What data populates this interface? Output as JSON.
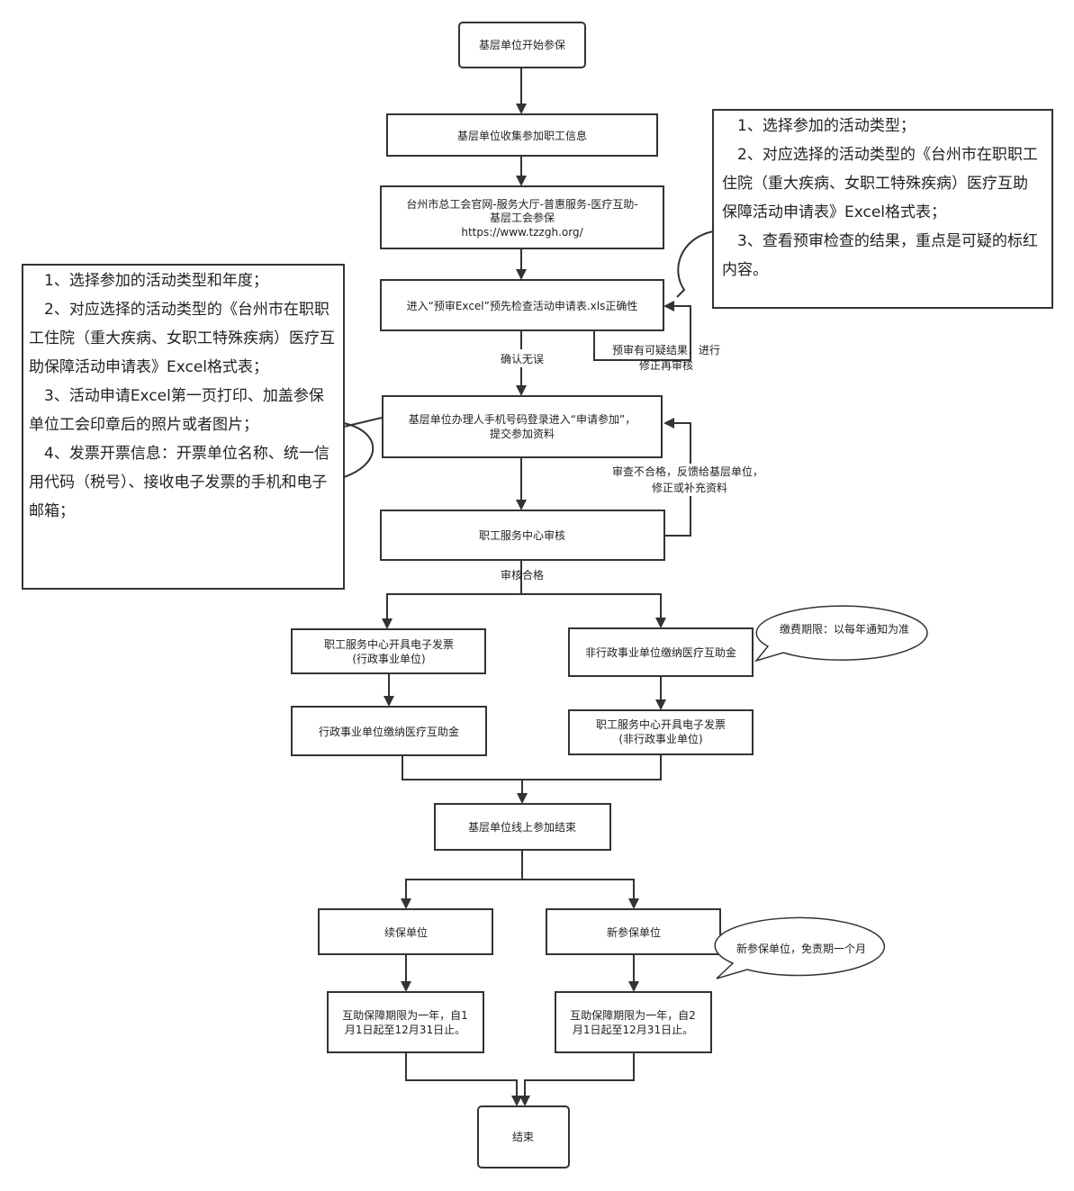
{
  "nodes": {
    "start": "基层单位开始参保",
    "collect": "基层单位收集参加职工信息",
    "website": [
      "台州市总工会官网-服务大厅-普惠服务-医疗互助-",
      "基层工会参保",
      "https://www.tzzgh.org/"
    ],
    "precheck": "进入“预审Excel”预先检查活动申请表.xls正确性",
    "apply": [
      "基层单位办理人手机号码登录进入“申请参加”，",
      "提交参加资料"
    ],
    "review": "职工服务中心审核",
    "invoice_admin": [
      "职工服务中心开具电子发票",
      "(行政事业单位)"
    ],
    "pay_nonadmin": "非行政事业单位缴纳医疗互助金",
    "pay_admin": "行政事业单位缴纳医疗互助金",
    "invoice_nonadmin": [
      "职工服务中心开具电子发票",
      "(非行政事业单位)"
    ],
    "online_end": "基层单位线上参加结束",
    "renew": "续保单位",
    "new_unit": "新参保单位",
    "period_renew": [
      "互助保障期限为一年，自1",
      "月1日起至12月31日止。"
    ],
    "period_new": [
      "互助保障期限为一年，自2",
      "月1日起至12月31日止。"
    ],
    "end": "结束"
  },
  "edge_labels": {
    "confirm": "确认无误",
    "precheck_loop": [
      "预审有可疑结果，进行",
      "修正再审核"
    ],
    "review_loop": [
      "审查不合格，反馈给基层单位，",
      "修正或补充资料"
    ],
    "pass": "审核合格"
  },
  "callouts": {
    "payment_period": "缴费期限：以每年通知为准",
    "new_exempt": "新参保单位，免责期一个月"
  },
  "notes": {
    "right": [
      "1、选择参加的活动类型；",
      "2、对应选择的活动类型的《台州市在职职工住院（重大疾病、女职工特殊疾病）医疗互助保障活动申请表》Excel格式表；",
      "3、查看预审检查的结果，重点是可疑的标红内容。"
    ],
    "left": [
      "1、选择参加的活动类型和年度；",
      "2、对应选择的活动类型的《台州市在职职工住院（重大疾病、女职工特殊疾病）医疗互助保障活动申请表》Excel格式表；",
      "3、活动申请Excel第一页打印、加盖参保单位工会印章后的照片或者图片；",
      "4、发票开票信息：开票单位名称、统一信用代码（税号）、接收电子发票的手机和电子邮箱；"
    ]
  }
}
